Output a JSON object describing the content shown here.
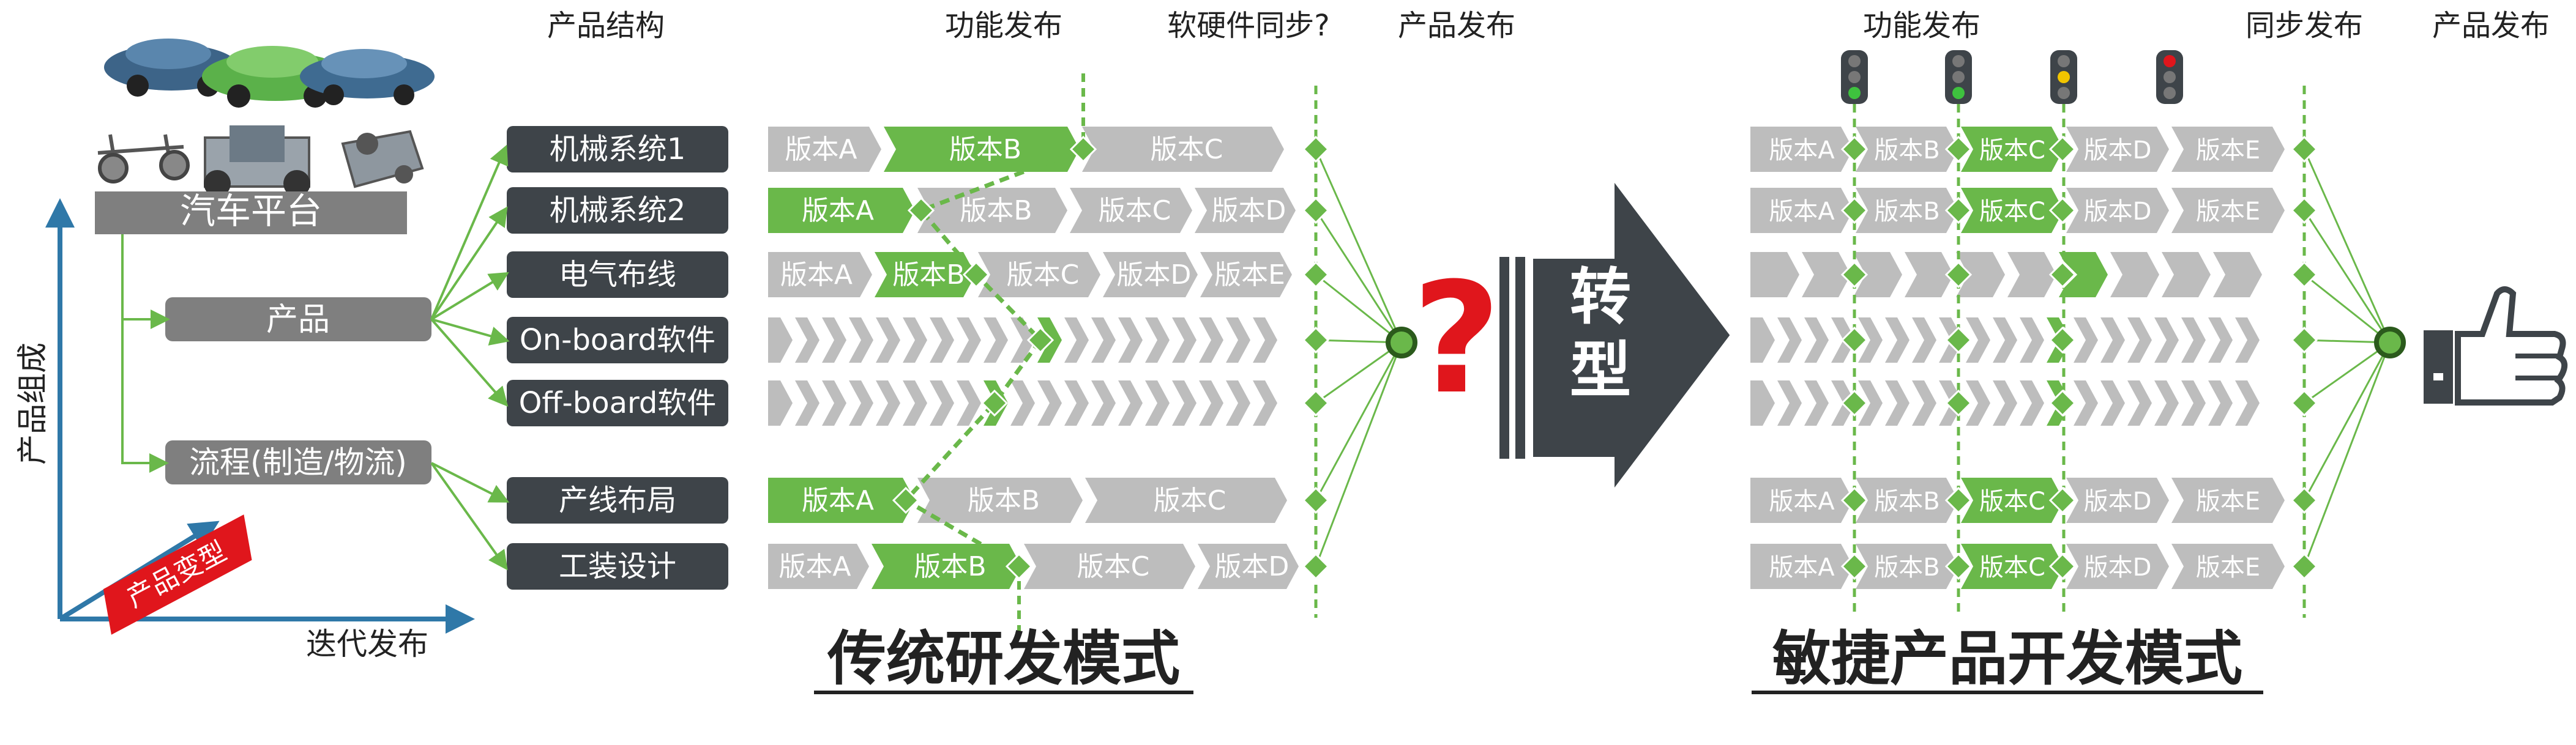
{
  "left": {
    "platform_label": "汽车平台",
    "product_label": "产品",
    "process_label": "流程(制造/物流)",
    "axis_y_label": "产品组成",
    "axis_x_label": "迭代发布",
    "axis_diag_label": "产品变型"
  },
  "headers": {
    "structure": "产品结构",
    "feature_release": "功能发布",
    "sync_question": "软硬件同步?",
    "product_release": "产品发布",
    "feature_release_right": "功能发布",
    "sync_release": "同步发布",
    "product_release_right": "产品发布"
  },
  "structure_items": [
    "机械系统1",
    "机械系统2",
    "电气布线",
    "On-board软件",
    "Off-board软件",
    "产线布局",
    "工装设计"
  ],
  "traditional": {
    "title": "传统研发模式",
    "rows": [
      [
        "版本A",
        "版本B",
        "版本C"
      ],
      [
        "版本A",
        "版本B",
        "版本C",
        "版本D"
      ],
      [
        "版本A",
        "版本B",
        "版本C",
        "版本D",
        "版本E"
      ],
      [],
      [],
      [
        "版本A",
        "版本B",
        "版本C"
      ],
      [
        "版本A",
        "版本B",
        "版本C",
        "版本D"
      ]
    ]
  },
  "transition": {
    "question": "?",
    "label_line1": "转",
    "label_line2": "型"
  },
  "agile": {
    "title": "敏捷产品开发模式",
    "rows": [
      [
        "版本A",
        "版本B",
        "版本C",
        "版本D",
        "版本E"
      ],
      [
        "版本A",
        "版本B",
        "版本C",
        "版本D",
        "版本E"
      ],
      [],
      [],
      [],
      [
        "版本A",
        "版本B",
        "版本C",
        "版本D",
        "版本E"
      ],
      [
        "版本A",
        "版本B",
        "版本C",
        "版本D",
        "版本E"
      ]
    ]
  },
  "colors": {
    "green": "#6ab84a",
    "gray_chevron": "#bdbdbd",
    "dark_box": "#3e4449",
    "mid_box": "#7f7f7f",
    "axis_blue": "#2f78a8",
    "red": "#e0161c",
    "dashed_green": "#6ab84a"
  },
  "icons": [
    "car-models-icon",
    "chassis-icon",
    "traffic-light-icon",
    "thumbs-up-icon"
  ]
}
